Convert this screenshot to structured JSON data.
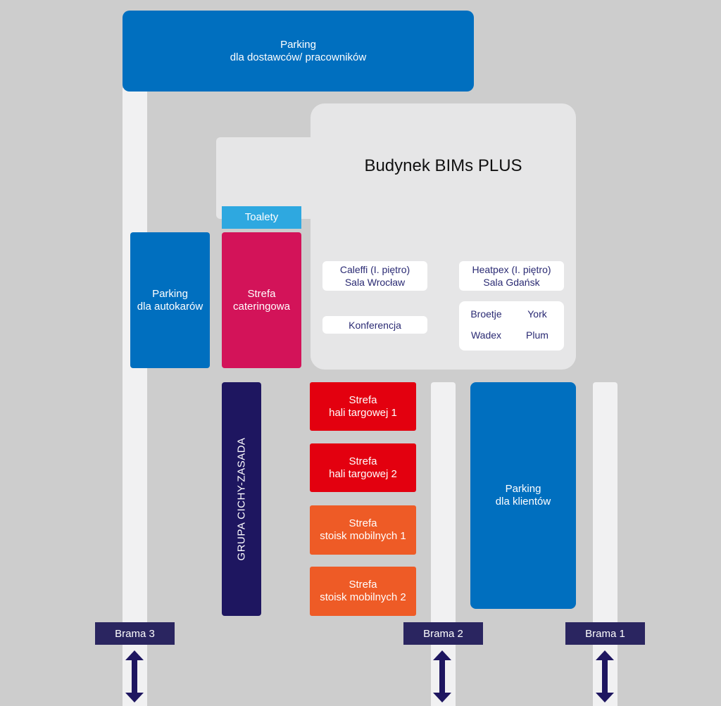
{
  "parking_staff": {
    "line1": "Parking",
    "line2": "dla dostawców/ pracowników"
  },
  "building": {
    "title": "Budynek BIMs PLUS"
  },
  "toilets": {
    "label": "Toalety"
  },
  "parking_coaches": {
    "line1": "Parking",
    "line2": "dla autokarów"
  },
  "catering": {
    "line1": "Strefa",
    "line2": "cateringowa"
  },
  "rooms": {
    "caleffi": {
      "line1": "Caleffi (I. piętro)",
      "line2": "Sala Wrocław"
    },
    "heatpex": {
      "line1": "Heatpex (I. piętro)",
      "line2": "Sala Gdańsk"
    },
    "conference": {
      "label": "Konferencja"
    },
    "exhibitors": {
      "broetje": "Broetje",
      "york": "York",
      "wadex": "Wadex",
      "plum": "Plum"
    }
  },
  "group_zone": {
    "label": "GRUPA CICHY-ZASADA"
  },
  "hall1": {
    "line1": "Strefa",
    "line2": "hali targowej 1"
  },
  "hall2": {
    "line1": "Strefa",
    "line2": "hali targowej 2"
  },
  "mobile1": {
    "line1": "Strefa",
    "line2": "stoisk mobilnych 1"
  },
  "mobile2": {
    "line1": "Strefa",
    "line2": "stoisk mobilnych 2"
  },
  "parking_clients": {
    "line1": "Parking",
    "line2": "dla klientów"
  },
  "gates": {
    "gate3": "Brama 3",
    "gate2": "Brama 2",
    "gate1": "Brama 1"
  },
  "colors": {
    "blue": "#006fbf",
    "magenta": "#d31359",
    "red": "#e3000f",
    "orange": "#ee5b26",
    "navy": "#1e1660",
    "cyan": "#2ea8e0"
  }
}
